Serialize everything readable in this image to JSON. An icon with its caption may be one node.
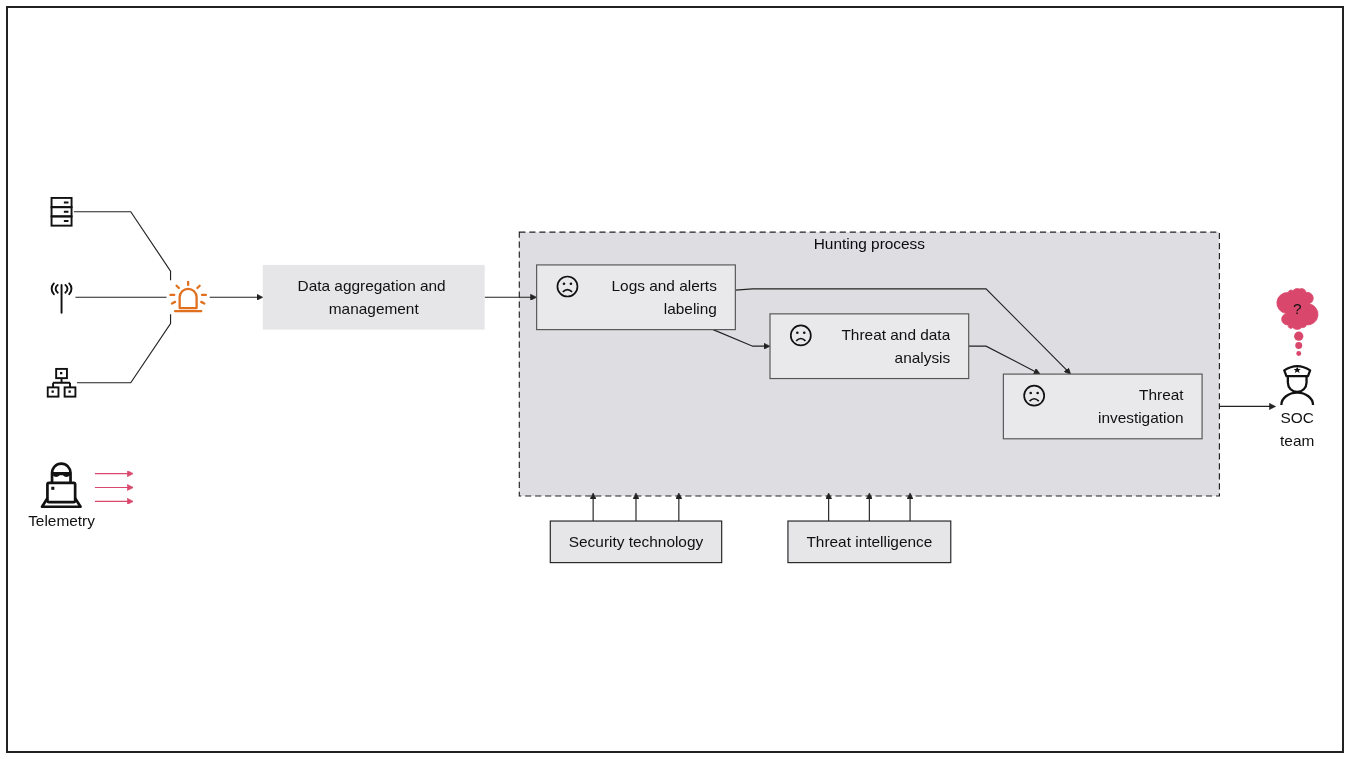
{
  "diagram": {
    "nodes": [
      {
        "text": [
          "Telemetry"
        ]
      },
      {
        "text": [],
        "shape": "picture"
      },
      {
        "text": [],
        "shape": "picture"
      },
      {
        "text": [],
        "shape": "picture"
      },
      {
        "text": [],
        "shape": "picture"
      },
      {
        "text": [
          "Data aggregation and management"
        ]
      },
      {
        "text": [
          "Security technology"
        ]
      },
      {
        "text": [
          "Threat intelligence"
        ]
      },
      {
        "text": [
          "Hunting process"
        ]
      },
      {
        "text": [
          "Logs and alerts labeling"
        ],
        "in": 8
      },
      {
        "text": [
          "Threat and data analysis"
        ],
        "in": 8
      },
      {
        "text": [
          "Threat investigation"
        ],
        "in": 8
      },
      {
        "text": [
          "?"
        ]
      },
      {
        "text": [
          "SOC team"
        ]
      }
    ],
    "edges": [
      {
        "from": 0,
        "to": null,
        "arrow": "to",
        "color": "#d9486c"
      },
      {
        "from": 0,
        "to": null,
        "arrow": "to",
        "color": "#d9486c"
      },
      {
        "from": 0,
        "to": null,
        "arrow": "to",
        "color": "#d9486c"
      },
      {
        "from": 1,
        "to": 4,
        "arrow": "none"
      },
      {
        "from": 2,
        "to": 4,
        "arrow": "none"
      },
      {
        "from": 3,
        "to": 4,
        "arrow": "none"
      },
      {
        "from": 4,
        "to": 5,
        "arrow": "to"
      },
      {
        "from": 5,
        "to": 9,
        "arrow": "to"
      },
      {
        "from": 6,
        "to": 8,
        "arrow": "to"
      },
      {
        "from": 6,
        "to": 8,
        "arrow": "to"
      },
      {
        "from": 6,
        "to": 8,
        "arrow": "to"
      },
      {
        "from": 7,
        "to": 8,
        "arrow": "to"
      },
      {
        "from": 7,
        "to": 8,
        "arrow": "to"
      },
      {
        "from": 7,
        "to": 8,
        "arrow": "to"
      },
      {
        "from": 9,
        "to": 10,
        "arrow": "to"
      },
      {
        "from": 9,
        "to": 11,
        "arrow": "to"
      },
      {
        "from": 10,
        "to": 11,
        "arrow": "to"
      },
      {
        "from": 8,
        "to": 13,
        "arrow": "to"
      }
    ]
  }
}
